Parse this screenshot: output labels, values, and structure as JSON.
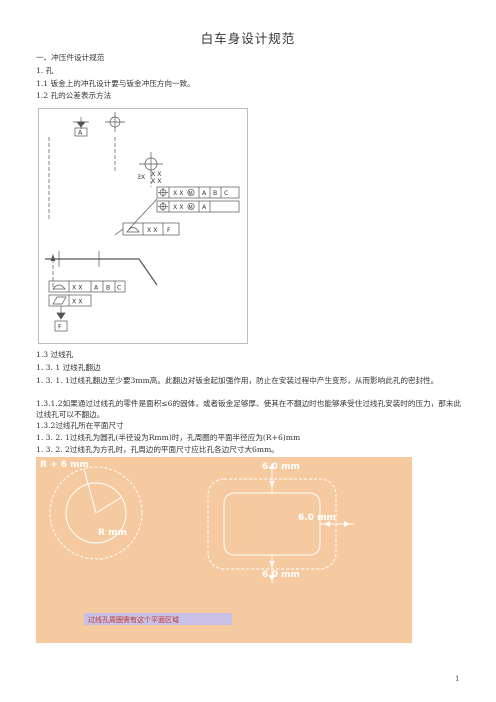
{
  "doc": {
    "title": "白车身设计规范",
    "page_number": "1"
  },
  "lines": {
    "s1": "一、冲压件设计规范",
    "s2": "1.  孔",
    "s3": "1.1 钣金上的冲孔设计要与钣金冲压方向一致。",
    "s4": "1.2 孔的公差表示方法",
    "s5": "1.3 过线孔",
    "s6": "1. 3. 1  过线孔翻边",
    "s7": "1. 3. 1. 1过线孔翻边至少要3mm高。此翻边对钣金起加强作用，防止在安装过程中产生变形，从而影响此孔的密封性。",
    "s8": "1.3.1.2如果通过过线孔的零件是面积≤6的固体，或者钣金足够厚、使其在不翻边时也能够承受住过线孔安装时的压力，那末此过线孔可以不翻边。",
    "s9": "1.3.2过线孔所在平面尺寸",
    "s10": "1. 3. 2. 1过线孔为圆孔(半径设为Rmm)时，孔周圈的平面半径应为(R+6)mm",
    "s11": "1. 3. 2. 2过线孔为方孔时，孔周边的平面尺寸应比孔各边尺寸大6mm。"
  },
  "fig1": {
    "datum_a": "A",
    "qty": "3X",
    "xx": "X X",
    "xx_mod": "X X",
    "datum_b": "B",
    "datum_c": "C",
    "datum_f": "F",
    "box_a": "A",
    "box_b": "B",
    "box_c": "C",
    "box_f": "F",
    "xx2": "X X",
    "xx3": "X X",
    "xx4": "X X",
    "xx5": "X X",
    "xx6": "X X",
    "mod_m": "M"
  },
  "fig2": {
    "label_r6": "R + 6 mm",
    "label_r": "R mm",
    "label_top": "6.0 mm",
    "label_right": "6.0 mm",
    "label_bottom": "6.0 mm",
    "caption": "过线孔周圈需有这个平面区域"
  },
  "colors": {
    "fig2_bg": "#f6caa0",
    "fig2_line": "#ffffff",
    "caption_bg": "#c9c0e8",
    "caption_fg": "#c0392b"
  }
}
